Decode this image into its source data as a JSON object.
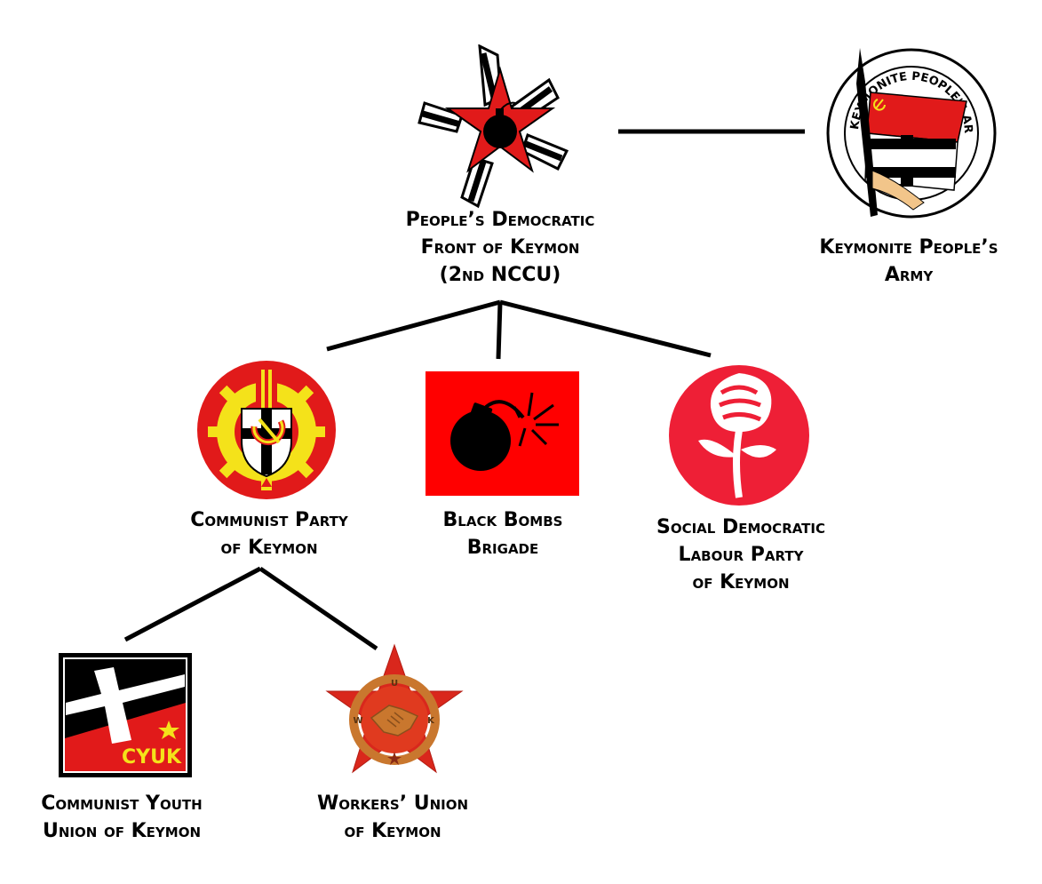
{
  "nodes": {
    "pdfk": {
      "lines": [
        "People’s Democratic",
        "Front of Keymon",
        "(2nd NCCU)"
      ]
    },
    "kpa": {
      "lines": [
        "Keymonite People’s",
        "Army"
      ],
      "ring_text": "KEYMONITE PEOPLE'S ARMY"
    },
    "cpk": {
      "lines": [
        "Communist Party",
        "of Keymon"
      ]
    },
    "bbb": {
      "lines": [
        "Black Bombs",
        "Brigade"
      ]
    },
    "sdlp": {
      "lines": [
        "Social Democratic",
        "Labour Party",
        "of Keymon"
      ]
    },
    "cyuk": {
      "lines": [
        "Communist Youth",
        "Union of Keymon"
      ],
      "emblem_text": "CYUK"
    },
    "wuk": {
      "lines": [
        "Workers’ Union",
        "of Keymon"
      ],
      "emblem_letters": [
        "U",
        "W",
        "K"
      ]
    }
  },
  "colors": {
    "red": "#e11a1a",
    "bright_red": "#ff0000",
    "rose_red": "#ee1f36",
    "yellow": "#f4e21a",
    "black": "#000000",
    "white": "#ffffff",
    "bronze": "#c9772e"
  },
  "icons": {
    "pdfk": "star-flags-bomb-icon",
    "kpa": "rifle-flag-seal-icon",
    "cpk": "gear-hammer-sickle-icon",
    "bbb": "bomb-flag-icon",
    "sdlp": "rose-icon",
    "cyuk": "cross-star-flag-icon",
    "wuk": "star-handshake-icon"
  }
}
